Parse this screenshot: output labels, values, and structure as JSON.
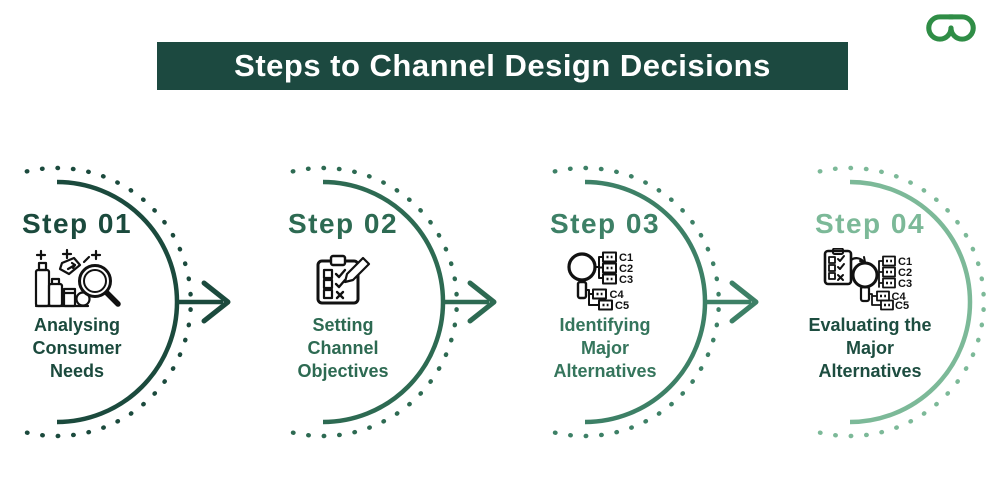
{
  "header": {
    "title": "Steps to Channel Design Decisions"
  },
  "logo": {
    "name": "geeksforgeeks"
  },
  "theme": {
    "banner_bg": "#1c4940",
    "banner_text": "#ffffff",
    "logo_green": "#2f8d46",
    "icon_ink": "#111111"
  },
  "steps": [
    {
      "title": "Step 01",
      "label": "Analysing Consumer Needs",
      "icon": "consumer-products-magnifier-icon",
      "arc_color": "#1b4a3d",
      "title_color": "#1b4a3d",
      "label_color": "#1b4a3d",
      "arrow": true
    },
    {
      "title": "Step 02",
      "label": "Setting Channel Objectives",
      "icon": "clipboard-checklist-icon",
      "arc_color": "#2d6a52",
      "title_color": "#2d6a52",
      "label_color": "#2d6a52",
      "arrow": true
    },
    {
      "title": "Step 03",
      "label": "Identifying Major Alternatives",
      "icon": "magnifier-alternatives-icon",
      "icon_labels": [
        "C1",
        "C2",
        "C3",
        "C4",
        "C5"
      ],
      "arc_color": "#3d8066",
      "title_color": "#3d8066",
      "label_color": "#35755c",
      "arrow": true
    },
    {
      "title": "Step 04",
      "label": "Evaluating the Major Alternatives",
      "icon": "checklist-magnifier-alternatives-icon",
      "icon_labels": [
        "C1",
        "C2",
        "C3",
        "C4",
        "C5"
      ],
      "arc_color": "#7cb998",
      "title_color": "#7cb998",
      "label_color": "#1d4d40",
      "arrow": false
    }
  ]
}
